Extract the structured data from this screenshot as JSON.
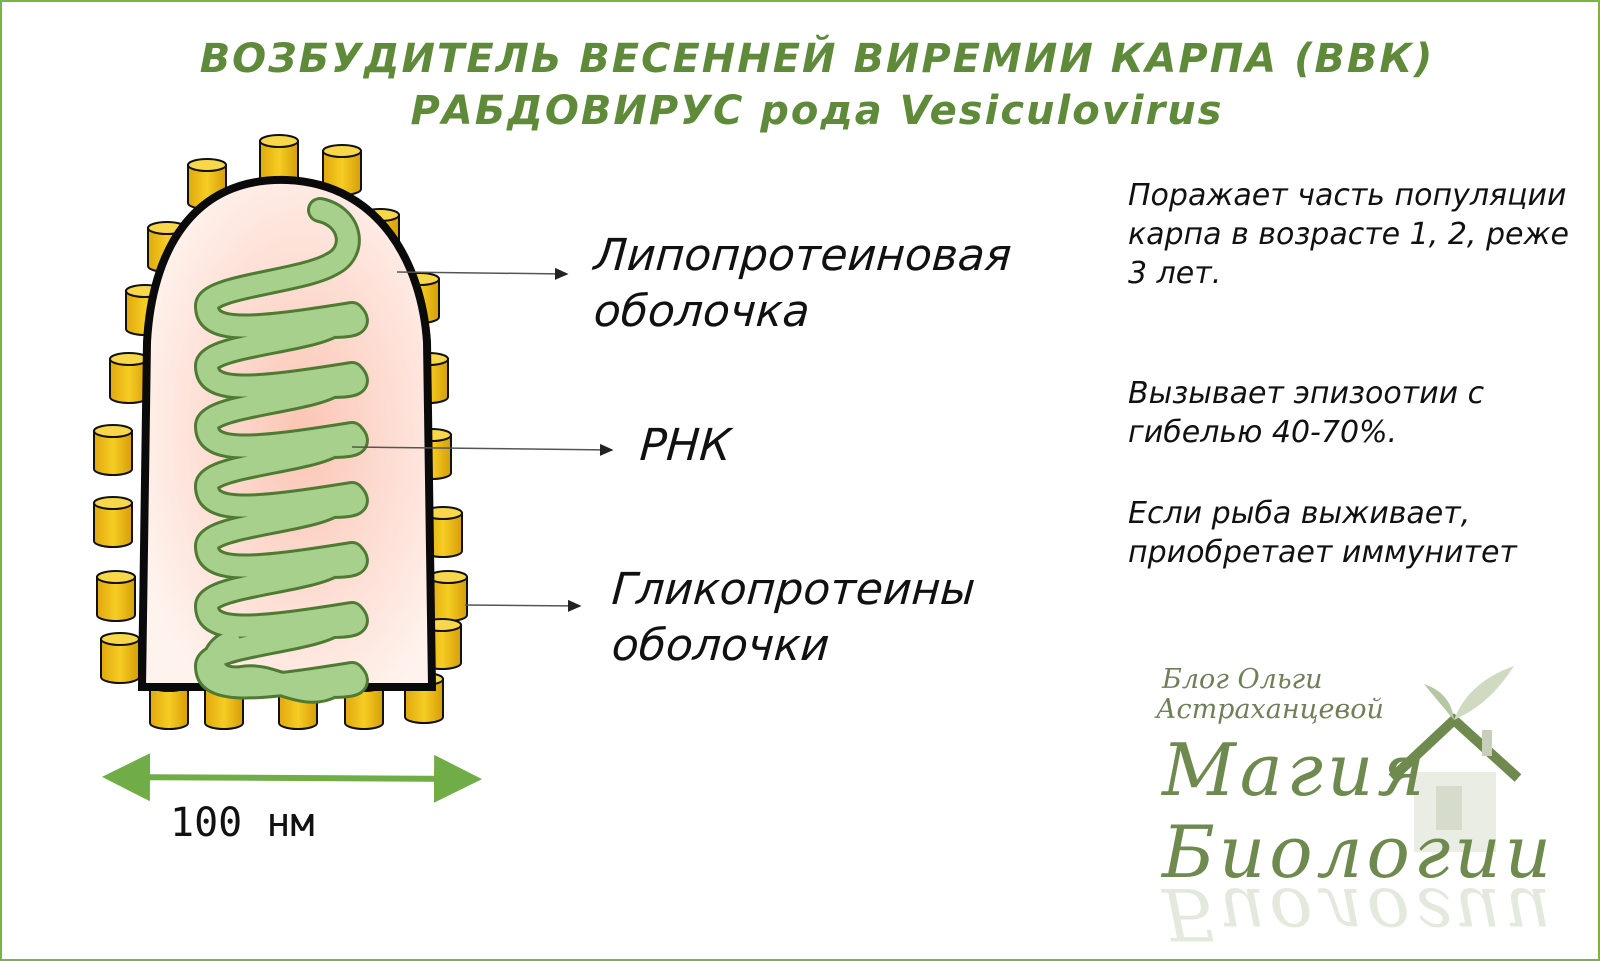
{
  "title": {
    "line1": "ВОЗБУДИТЕЛЬ ВЕСЕННЕЙ ВИРЕМИИ КАРПА (ВВК)",
    "line2_a": "РАБДОВИРУС ",
    "line2_b": "рода Vesiculovirus"
  },
  "labels": {
    "envelope_line1": "Липопротеиновая",
    "envelope_line2": "оболочка",
    "rna": "РНК",
    "glyco_line1": "Гликопротеины",
    "glyco_line2": "оболочки"
  },
  "info": {
    "p1": "Поражает часть популяции карпа в возрасте  1, 2, реже 3 лет.",
    "p2": "Вызывает эпизоотии с гибелью 40-70%.",
    "p3": "Если рыба выживает, приобретает иммунитет"
  },
  "scale": {
    "label": "100 нм"
  },
  "logo": {
    "line1": "Блог Ольги",
    "line2": "Астраханцевой",
    "big1": "Магия",
    "big2": "Биологии"
  },
  "colors": {
    "title": "#5e8a3a",
    "helix_fill": "#a8d08d",
    "helix_stroke": "#4f7a33",
    "glycoprotein": "#f2c318",
    "envelope_fill": "#fde3d8",
    "border": "#7cb342"
  },
  "icons": {
    "logo": "house-with-sprout-icon",
    "scale": "double-arrow-icon"
  }
}
